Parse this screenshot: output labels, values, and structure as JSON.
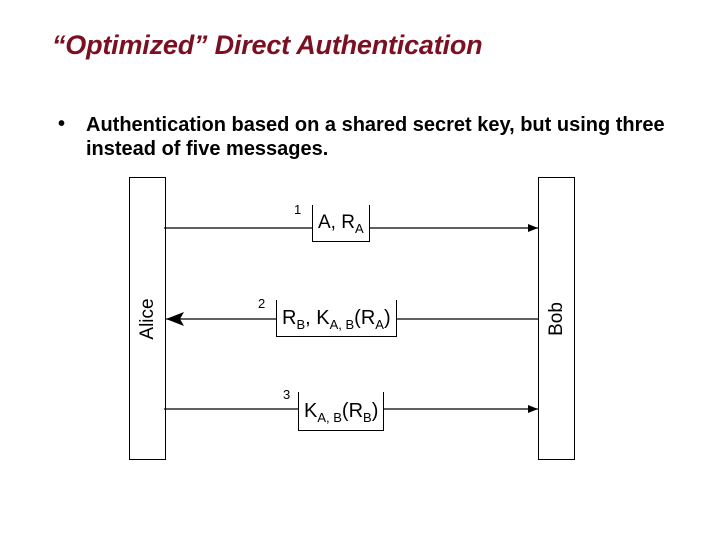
{
  "slide": {
    "title": "“Optimized” Direct Authentication",
    "bullet_marker": "•",
    "bullet": "Authentication based on a shared secret key, but using three instead of five messages."
  },
  "diagram": {
    "parties": {
      "alice": "Alice",
      "bob": "Bob"
    },
    "messages": [
      {
        "num": "1",
        "direction": "alice-to-bob",
        "parts": [
          "A, R",
          "A",
          ""
        ]
      },
      {
        "num": "2",
        "direction": "bob-to-alice",
        "parts": [
          "R",
          "B",
          ", K",
          "A, B",
          "(R",
          "A",
          ")"
        ]
      },
      {
        "num": "3",
        "direction": "alice-to-bob",
        "parts": [
          "K",
          "A, B",
          "(R",
          "B",
          ")"
        ]
      }
    ]
  }
}
